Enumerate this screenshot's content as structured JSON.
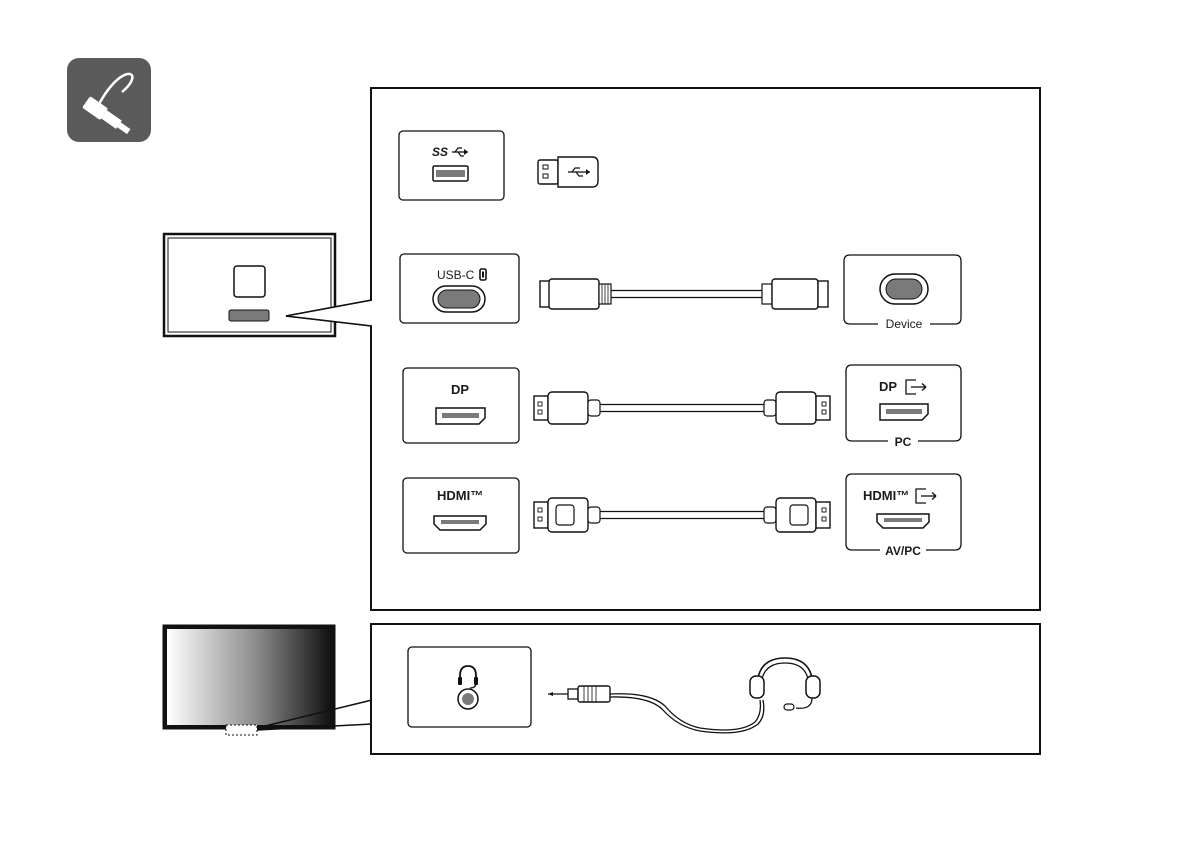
{
  "ports": {
    "usb_a": {
      "label": "SS"
    },
    "usb_c": {
      "label": "USB-C"
    },
    "dp": {
      "label": "DP",
      "target_label": "DP",
      "device_label": "PC"
    },
    "hdmi": {
      "label": "HDMI™",
      "target_label": "HDMI™",
      "device_label": "AV/PC"
    }
  },
  "devices": {
    "usb_c_target": "Device"
  },
  "icons": {
    "category": "cable-connection-icon",
    "usb_a": "usb-superspeed-icon",
    "usb_stick": "usb-flash-drive-icon",
    "usb_c": "usb-c-port-icon",
    "dp_out": "output-arrow-icon",
    "hdmi_out": "output-arrow-icon",
    "headphone": "headphone-icon",
    "headset": "headset-icon"
  },
  "colors": {
    "icon_bg": "#5a5a5a",
    "line": "#1a1a1a",
    "port_fill": "#7a7a7a"
  }
}
